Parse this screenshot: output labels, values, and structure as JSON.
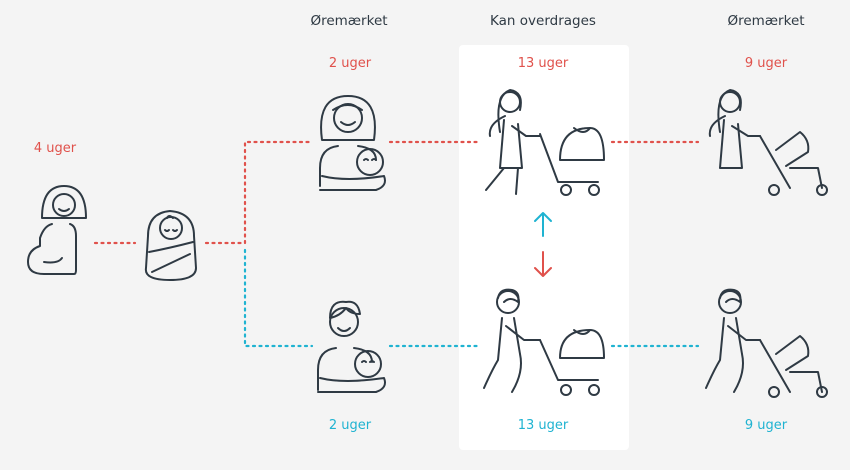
{
  "headers": {
    "left": "Øremærket",
    "center": "Kan overdrages",
    "right": "Øremærket"
  },
  "mother_labels": {
    "pregnancy": "4 uger",
    "earmarked_first": "2 uger",
    "transferable": "13 uger",
    "earmarked_last": "9 uger"
  },
  "father_labels": {
    "earmarked_first": "2 uger",
    "transferable": "13 uger",
    "earmarked_last": "9 uger"
  },
  "colors": {
    "mother": "#e0514b",
    "father": "#1fb3d1",
    "ink": "#2f3a44",
    "background": "#f4f4f4",
    "panel": "#ffffff"
  },
  "icons": [
    "pregnant-woman-icon",
    "swaddled-baby-icon",
    "mother-holding-baby-icon",
    "father-holding-baby-icon",
    "woman-with-pram-icon",
    "man-with-pram-icon",
    "woman-with-stroller-icon",
    "man-with-stroller-icon",
    "arrow-up-icon",
    "arrow-down-icon"
  ]
}
